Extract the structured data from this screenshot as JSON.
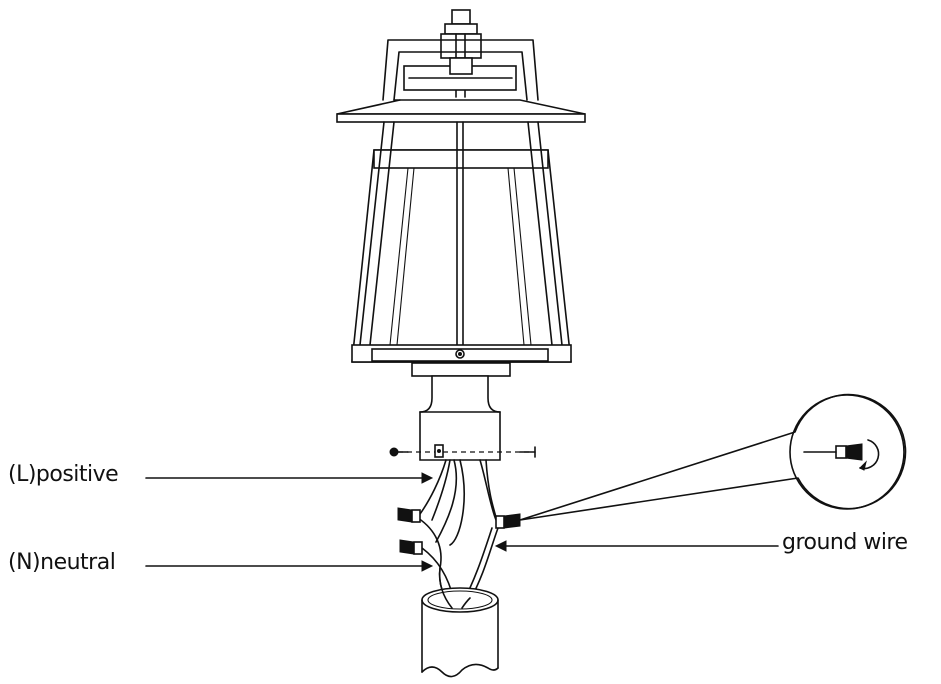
{
  "labels": {
    "positive": "(L)positive",
    "neutral": "(N)neutral",
    "ground": "ground wire"
  },
  "colors": {
    "line": "#111111",
    "background": "#ffffff"
  }
}
